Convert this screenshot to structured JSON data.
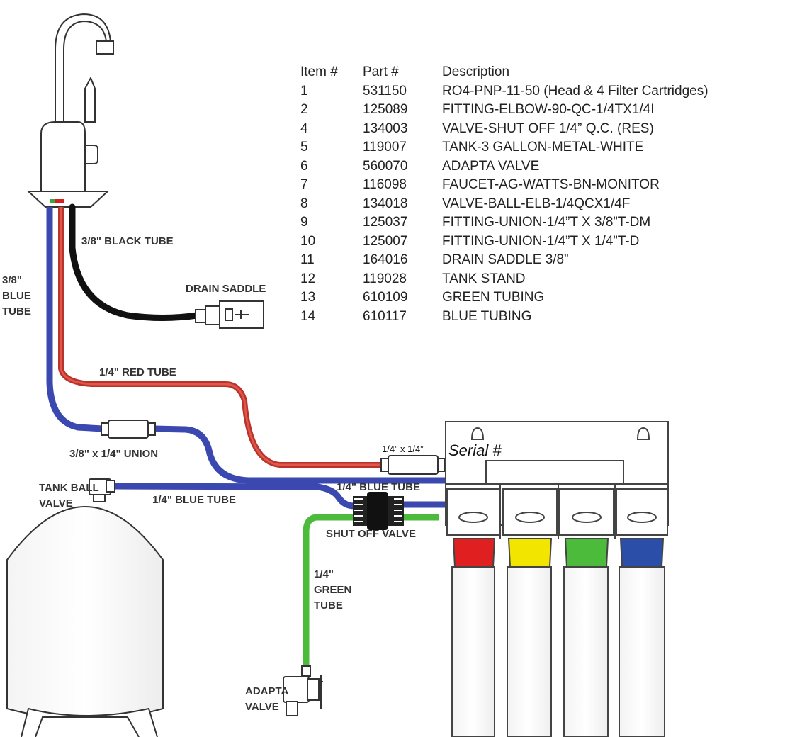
{
  "parts_table": {
    "headers": [
      "Item #",
      "Part #",
      "Description"
    ],
    "rows": [
      {
        "item": "1",
        "part": "531150",
        "description": "RO4-PNP-11-50 (Head & 4 Filter Cartridges)"
      },
      {
        "item": "2",
        "part": "125089",
        "description": "FITTING-ELBOW-90-QC-1/4TX1/4I"
      },
      {
        "item": "4",
        "part": "134003",
        "description": "VALVE-SHUT OFF 1/4” Q.C. (RES)"
      },
      {
        "item": "5",
        "part": "119007",
        "description": "TANK-3 GALLON-METAL-WHITE"
      },
      {
        "item": "6",
        "part": "560070",
        "description": "ADAPTA VALVE"
      },
      {
        "item": "7",
        "part": "116098",
        "description": "FAUCET-AG-WATTS-BN-MONITOR"
      },
      {
        "item": "8",
        "part": "134018",
        "description": "VALVE-BALL-ELB-1/4QCX1/4F"
      },
      {
        "item": "9",
        "part": "125037",
        "description": "FITTING-UNION-1/4”T X 3/8”T-DM"
      },
      {
        "item": "10",
        "part": "125007",
        "description": "FITTING-UNION-1/4”T X 1/4”T-D"
      },
      {
        "item": "11",
        "part": "164016",
        "description": "DRAIN SADDLE 3/8”"
      },
      {
        "item": "12",
        "part": "119028",
        "description": "TANK STAND"
      },
      {
        "item": "13",
        "part": "610109",
        "description": "GREEN TUBING"
      },
      {
        "item": "14",
        "part": "610117",
        "description": "BLUE TUBING"
      }
    ]
  },
  "labels": {
    "black_tube": "3/8\" BLACK TUBE",
    "drain_saddle": "DRAIN SADDLE",
    "blue_tube_38": "3/8\"\nBLUE\nTUBE",
    "red_tube": "1/4\" RED TUBE",
    "union": "3/8\" x 1/4\" UNION",
    "tank_ball_valve": "TANK BALL\nVALVE",
    "blue_tube_14_left": "1/4\" BLUE TUBE",
    "blue_tube_14_right": "1/4\" BLUE TUBE",
    "shut_off_valve": "SHUT OFF VALVE",
    "green_tube": "1/4\"\nGREEN\nTUBE",
    "adapta_valve": "ADAPTA\nVALVE",
    "union_14": "1/4” x 1/4”",
    "serial": "Serial #"
  },
  "colors": {
    "blue_tube": "#3f51b5",
    "red_tube": "#c0392b",
    "black_tube": "#111111",
    "green_tube": "#5cc24a",
    "filter_bands": [
      "#e02020",
      "#f2e600",
      "#4cbb3c",
      "#2b4fa8"
    ]
  }
}
